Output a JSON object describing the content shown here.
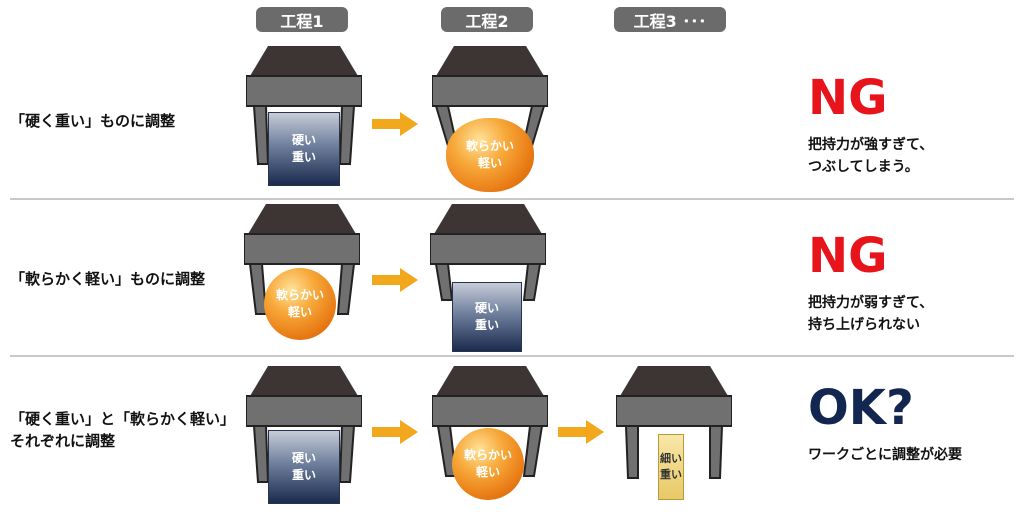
{
  "steps": [
    "工程1",
    "工程2",
    "工程3 ･･･"
  ],
  "rows": [
    {
      "label_lines": [
        "「硬く重い」ものに調整"
      ],
      "verdict": "NG",
      "note_lines": [
        "把持力が強すぎて、",
        "つぶしてしまう。"
      ]
    },
    {
      "label_lines": [
        "「軟らかく軽い」ものに調整"
      ],
      "verdict": "NG",
      "note_lines": [
        "把持力が弱すぎて、",
        "持ち上げられない"
      ]
    },
    {
      "label_lines": [
        "「硬く重い」と「軟らかく軽い」",
        "それぞれに調整"
      ],
      "verdict": "OK?",
      "note_lines": [
        "ワークごとに調整が必要"
      ]
    }
  ],
  "objects": {
    "hard_heavy": [
      "硬い",
      "重い"
    ],
    "soft_light": [
      "軟らかい",
      "軽い"
    ],
    "thin_heavy": [
      "細い",
      "重い"
    ]
  },
  "colors": {
    "ng": "#e8141c",
    "ok": "#13264f",
    "arrow": "#f2a81d",
    "step_bg": "#6b6b6b"
  }
}
